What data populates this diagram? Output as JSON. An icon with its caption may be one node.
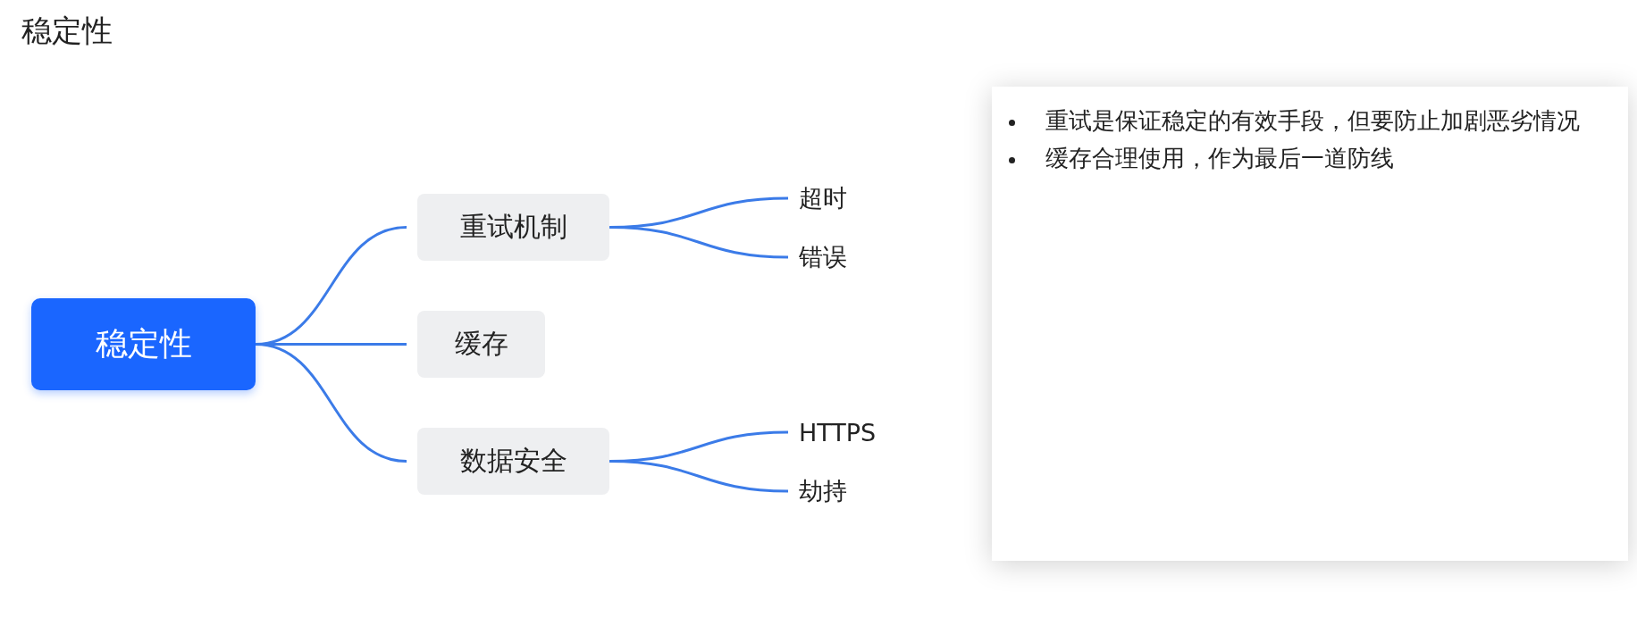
{
  "diagram": {
    "title": "稳定性",
    "nodes": [
      {
        "text": [
          "稳定性"
        ]
      },
      {
        "text": [
          "重试机制"
        ]
      },
      {
        "text": [
          "超时"
        ]
      },
      {
        "text": [
          "错误"
        ]
      },
      {
        "text": [
          "缓存"
        ]
      },
      {
        "text": [
          "数据安全"
        ]
      },
      {
        "text": [
          "HTTPS"
        ]
      },
      {
        "text": [
          "劫持"
        ]
      },
      {
        "text": [
          "重试是保证稳定的有效手段，但要防止加剧恶劣情况",
          "缓存合理使用，作为最后一道防线"
        ]
      }
    ],
    "edges": [
      {
        "from": 0,
        "to": 1,
        "arrow": "none"
      },
      {
        "from": 0,
        "to": 4,
        "arrow": "none"
      },
      {
        "from": 0,
        "to": 5,
        "arrow": "none"
      },
      {
        "from": 1,
        "to": 2,
        "arrow": "none"
      },
      {
        "from": 1,
        "to": 3,
        "arrow": "none"
      },
      {
        "from": 5,
        "to": 6,
        "arrow": "none"
      },
      {
        "from": 5,
        "to": 7,
        "arrow": "none"
      }
    ]
  }
}
